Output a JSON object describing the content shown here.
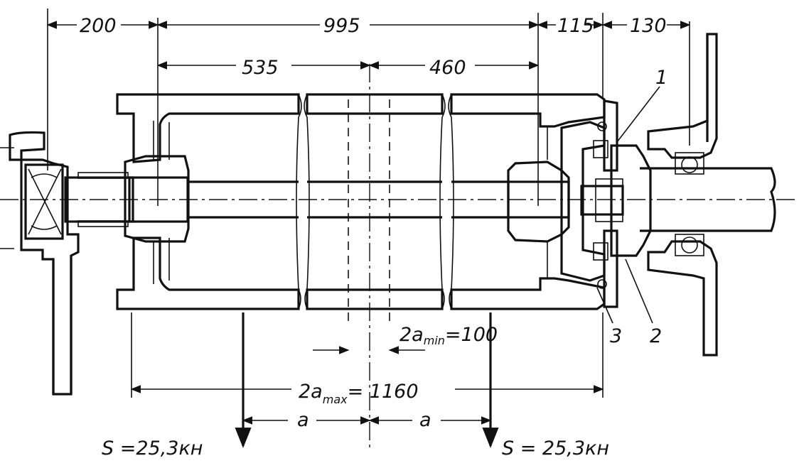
{
  "dimensions": {
    "d200": "200",
    "d995": "995",
    "d115": "115",
    "d130": "130",
    "d535": "535",
    "d460": "460",
    "two_a_min": "2a",
    "two_a_min_sub": "min",
    "two_a_min_val": "=100",
    "two_a_max": "2a",
    "two_a_max_sub": "max",
    "two_a_max_val": "= 1160",
    "a_left": "a",
    "a_right": "a"
  },
  "loads": {
    "left": "S =25,3кн",
    "right": "S = 25,3кн"
  },
  "part_labels": {
    "p1": "1",
    "p2": "2",
    "p3": "3"
  }
}
